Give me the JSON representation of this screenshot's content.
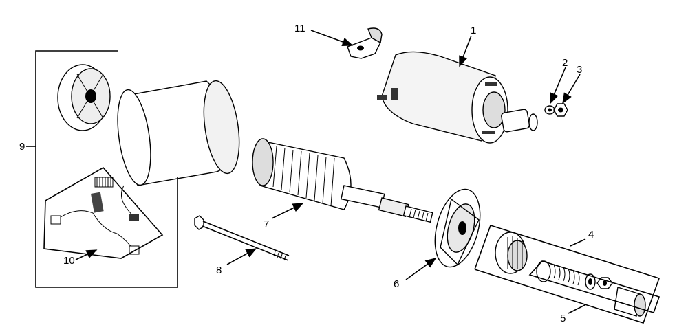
{
  "diagram": {
    "callouts": {
      "c1": "1",
      "c2": "2",
      "c3": "3",
      "c4": "4",
      "c5": "5",
      "c6": "6",
      "c7": "7",
      "c8": "8",
      "c9": "9",
      "c10": "10",
      "c11": "11"
    },
    "colors": {
      "ink": "#000000",
      "paper": "#ffffff",
      "shade": "#555555"
    }
  }
}
